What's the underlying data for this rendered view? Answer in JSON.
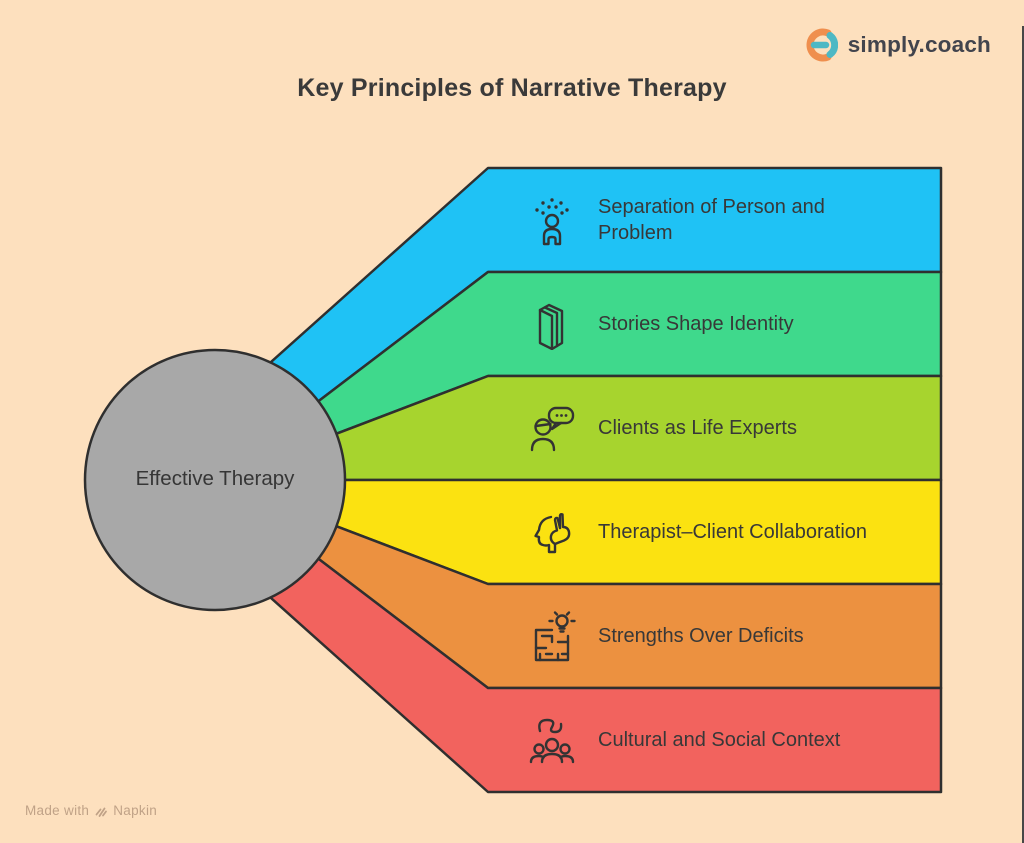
{
  "page": {
    "title": "Key Principles of Narrative Therapy",
    "background_color": "#fde0be",
    "outline_color": "#2f2f2f",
    "text_color": "#383838"
  },
  "logo": {
    "text": "simply.coach",
    "orange": "#ef8f4e",
    "teal": "#4db8c4",
    "text_color": "#42444d"
  },
  "center": {
    "label": "Effective Therapy",
    "fill": "#a8a8a8"
  },
  "principles": [
    {
      "label": "Separation of Person and\nProblem",
      "color": "#1fc2f5",
      "icon": "person-with-dots-icon"
    },
    {
      "label": "Stories Shape Identity",
      "color": "#3fd98c",
      "icon": "open-book-icon"
    },
    {
      "label": "Clients as Life Experts",
      "color": "#a7d42e",
      "icon": "person-speech-bubble-icon"
    },
    {
      "label": "Therapist–Client Collaboration",
      "color": "#fbe211",
      "icon": "head-and-hand-icon"
    },
    {
      "label": "Strengths Over Deficits",
      "color": "#ec9140",
      "icon": "maze-lightbulb-icon"
    },
    {
      "label": "Cultural and Social Context",
      "color": "#f2635e",
      "icon": "people-group-icon"
    }
  ],
  "footer": {
    "made_with": "Made with",
    "brand": "Napkin",
    "color": "#c0a287"
  }
}
